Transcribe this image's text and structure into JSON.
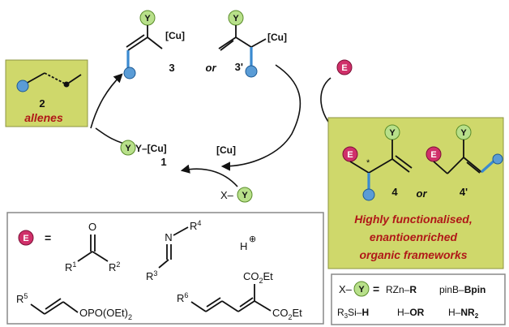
{
  "allene_box": {
    "number": "2",
    "caption": "allenes"
  },
  "intermediates": {
    "label_3": "3",
    "connector_or": "or",
    "label_3p": "3'",
    "cu_label_a": "[Cu]",
    "cu_label_b": "[Cu]"
  },
  "catalyst": {
    "y_cu": "Y–[Cu]",
    "number": "1",
    "cu": "[Cu]"
  },
  "reagent": {
    "x_prefix": "X–"
  },
  "electrophile": {
    "symbol": "E"
  },
  "product_box": {
    "label_4": "4",
    "connector_or": "or",
    "label_4p": "4'",
    "star": "*",
    "caption_lines": [
      "Highly functionalised,",
      "enantioenriched",
      "organic frameworks"
    ]
  },
  "e_legend": {
    "equals": "=",
    "ketone_O": "O",
    "R1": "R",
    "R1_sup": "1",
    "R2": "R",
    "R2_sup": "2",
    "imine_N": "N",
    "R3": "R",
    "R3_sup": "3",
    "R4": "R",
    "R4_sup": "4",
    "proton": "H",
    "proton_charge": "⊕",
    "R5": "R",
    "R5_sup": "5",
    "phosphate": "OPO(OEt)",
    "phosphate_sub": "2",
    "R6": "R",
    "R6_sup": "6",
    "ester_a": "CO",
    "ester_a_sub": "2",
    "ester_a_tail": "Et",
    "ester_b": "CO",
    "ester_b_sub": "2",
    "ester_b_tail": "Et"
  },
  "xy_legend": {
    "x_prefix": "X–",
    "equals": "=",
    "rzn": "RZn–",
    "rzn_bold": "R",
    "pinb": "pinB–",
    "pinb_bold": "Bpin",
    "r3si": "R",
    "r3si_sub": "3",
    "r3si_mid": "Si–",
    "r3si_bold": "H",
    "hor": "H–",
    "hor_bold": "OR",
    "hnr": "H–",
    "hnr_bold": "NR",
    "hnr_sub": "2"
  },
  "ball_letters": {
    "Y": "Y",
    "E": "E"
  },
  "colors": {
    "y_ball": "#b8e08a",
    "e_ball": "#d0306a",
    "substituent_ball": "#5a9cd6",
    "box_fill": "#cfd86b",
    "caption_red": "#b01818"
  }
}
